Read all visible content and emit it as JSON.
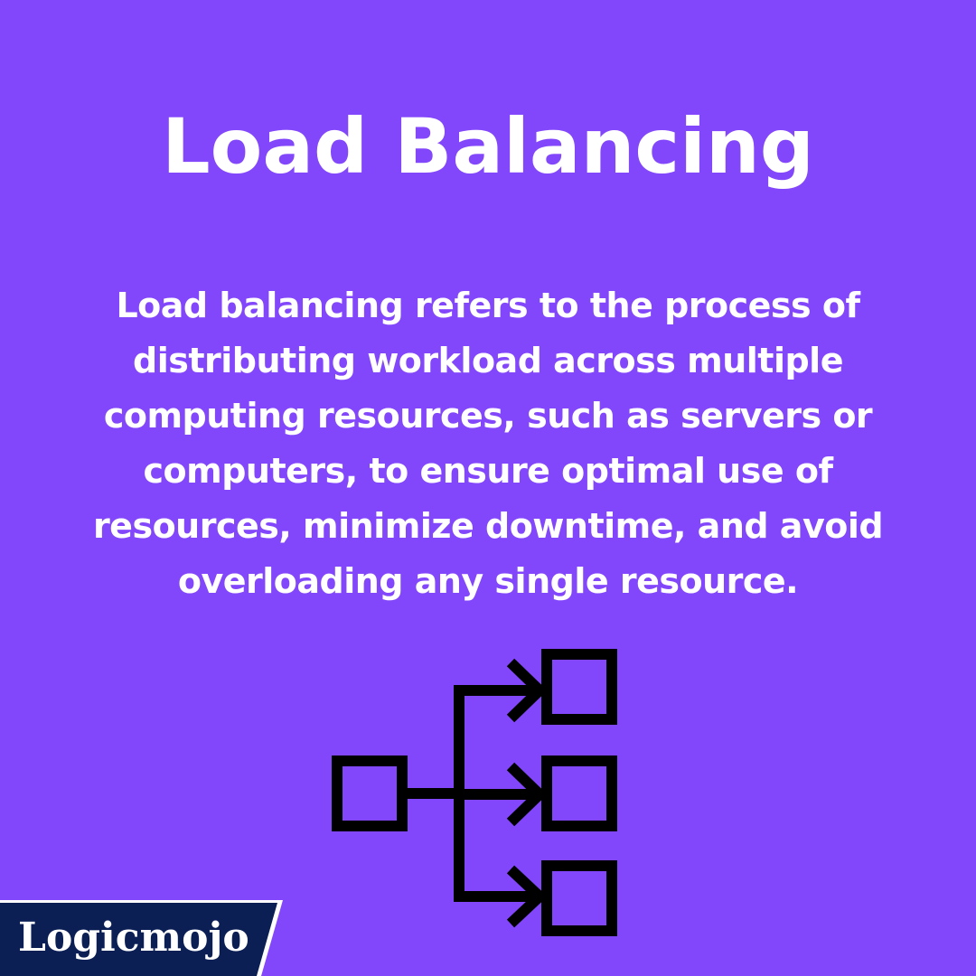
{
  "title": "Load Balancing",
  "description": "Load balancing refers to the process of distributing workload across multiple computing resources, such as servers or computers, to ensure optimal use of resources, minimize downtime, and avoid overloading any single resource.",
  "brand": {
    "name": "Logicmojo"
  },
  "colors": {
    "background": "#8347fb",
    "text": "#ffffff",
    "diagram_stroke": "#000000",
    "brand_bar": "#0b1f55"
  },
  "diagram": {
    "icon": "load-balancer-icon",
    "targets": 3
  }
}
